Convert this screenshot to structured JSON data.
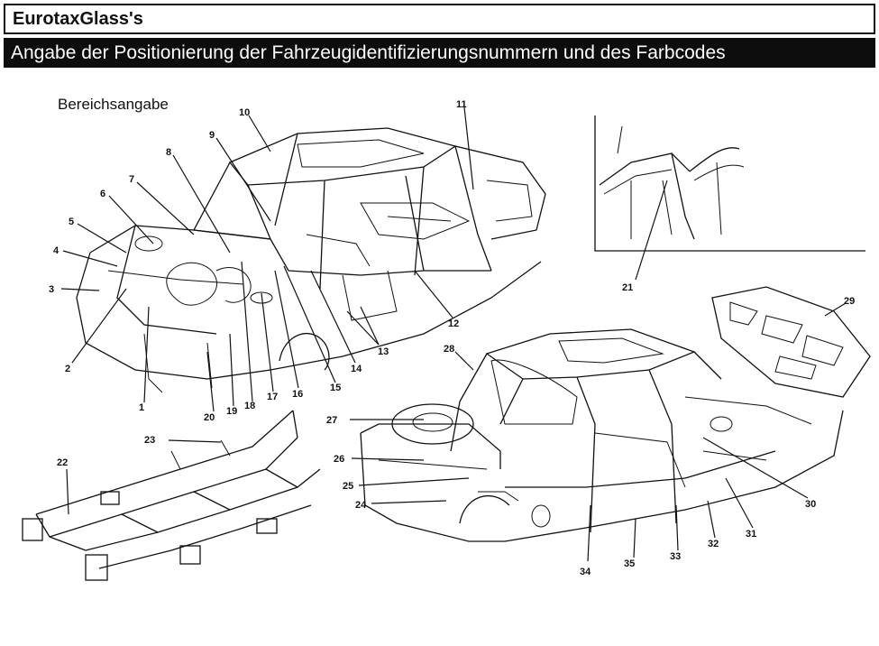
{
  "header": {
    "brand": "EurotaxGlass's",
    "title": "Angabe der Positionierung der Fahrzeugidentifizierungsnummern und des Farbcodes"
  },
  "area_label": "Bereichsangabe",
  "callouts": [
    "1",
    "2",
    "3",
    "4",
    "5",
    "6",
    "7",
    "8",
    "9",
    "10",
    "11",
    "12",
    "13",
    "14",
    "15",
    "16",
    "17",
    "18",
    "19",
    "20",
    "21",
    "22",
    "23",
    "24",
    "25",
    "26",
    "27",
    "28",
    "29",
    "30",
    "31",
    "32",
    "33",
    "34",
    "35"
  ]
}
